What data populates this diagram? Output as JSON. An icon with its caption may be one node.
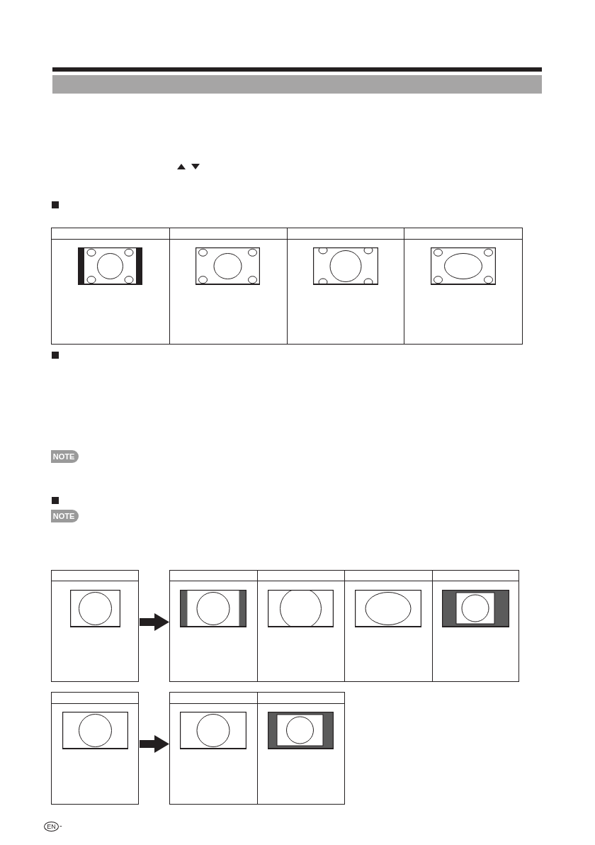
{
  "diagram": {
    "nodes": [
      {
        "text": [],
        "shape": "bar"
      },
      {
        "text": [],
        "shape": "box"
      },
      {
        "text": [],
        "shape": "box",
        "in": 1
      },
      {
        "text": [],
        "shape": "box",
        "in": 1
      },
      {
        "text": [],
        "shape": "box",
        "in": 1
      },
      {
        "text": [],
        "shape": "box",
        "in": 1
      },
      {
        "text": [],
        "shape": "box"
      },
      {
        "text": [],
        "shape": "box"
      },
      {
        "text": [],
        "shape": "box",
        "in": 7
      },
      {
        "text": [],
        "shape": "box",
        "in": 7
      },
      {
        "text": [],
        "shape": "box",
        "in": 7
      },
      {
        "text": [],
        "shape": "box",
        "in": 7
      },
      {
        "text": [],
        "shape": "box"
      },
      {
        "text": [],
        "shape": "box"
      },
      {
        "text": [],
        "shape": "box",
        "in": 13
      },
      {
        "text": [],
        "shape": "box",
        "in": 13
      }
    ],
    "edges": [
      {
        "from": 6,
        "to": 7,
        "arrow": "to"
      },
      {
        "from": 12,
        "to": 13,
        "arrow": "to"
      }
    ],
    "labels": [
      "NOTE",
      "NOTE",
      "EN",
      "-"
    ]
  }
}
